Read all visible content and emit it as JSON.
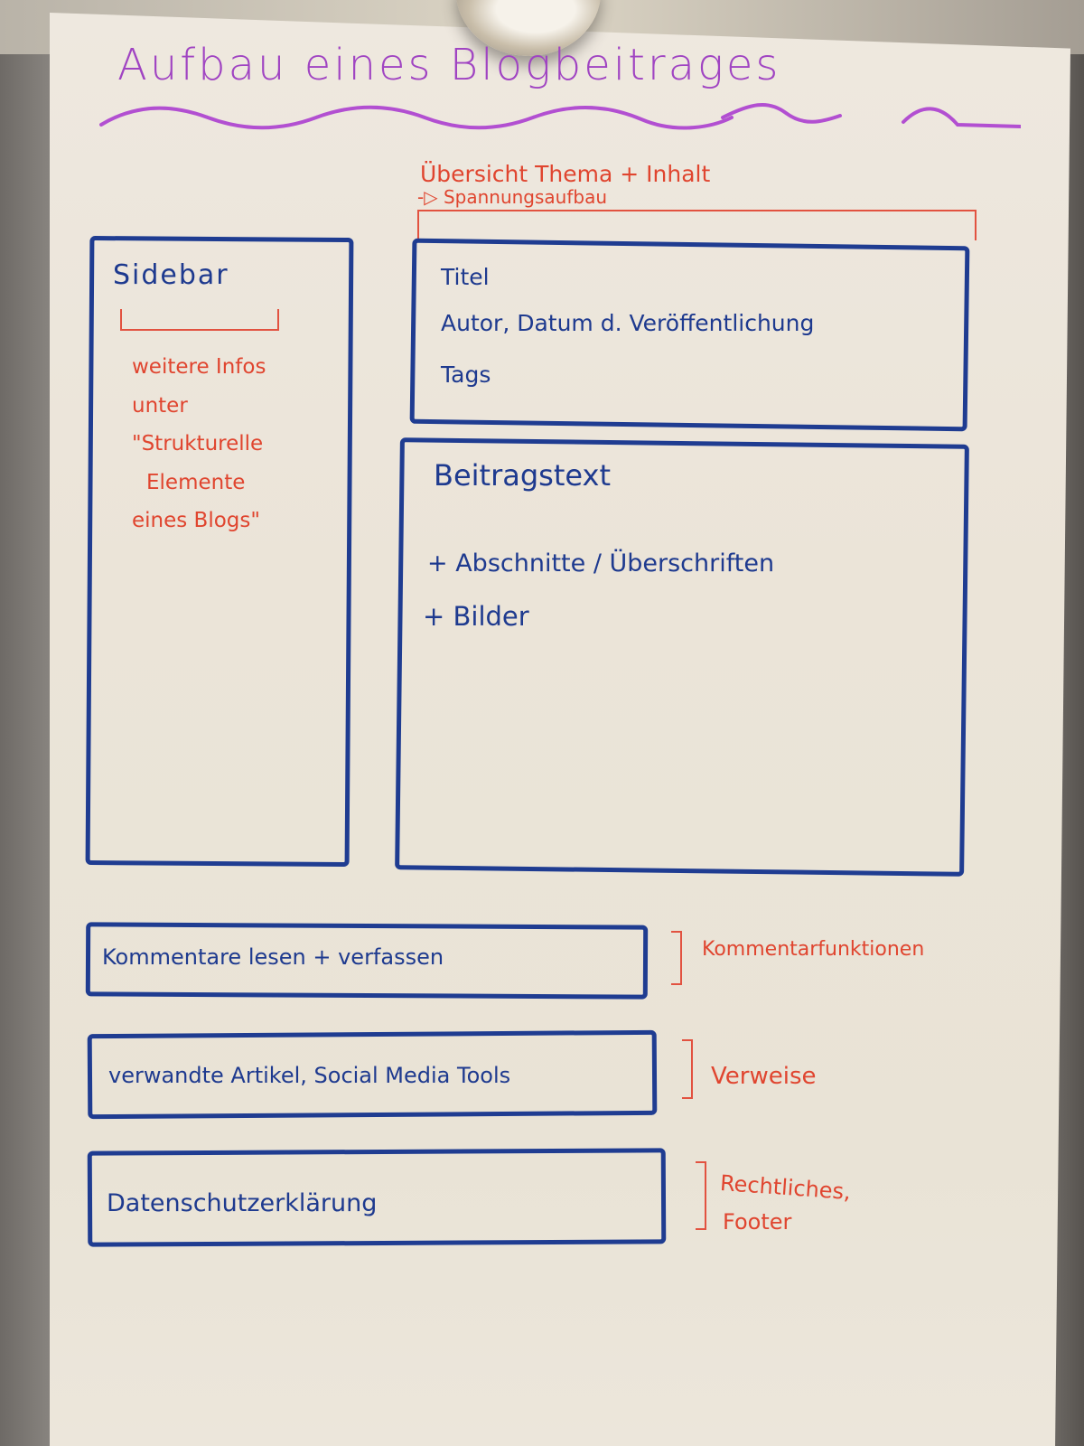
{
  "poster": {
    "title": "Aufbau eines Blogbeitrages",
    "colors": {
      "title": "#a044c2",
      "layout_boxes": "#1f3c91",
      "annotations": "#e0452f",
      "paper": "#ece6db"
    }
  },
  "header_annotation": {
    "line1": "Übersicht Thema + Inhalt",
    "line2": "-▷ Spannungsaufbau"
  },
  "sidebar": {
    "label": "Sidebar",
    "note_lines": [
      "weitere Infos",
      "unter",
      "\"Strukturelle",
      "Elemente",
      "eines Blogs\""
    ]
  },
  "header_box": {
    "lines": [
      "Titel",
      "Autor, Datum d. Veröffentlichung",
      "Tags"
    ]
  },
  "content_box": {
    "heading": "Beitragstext",
    "items": [
      "+ Abschnitte / Überschriften",
      "+ Bilder"
    ]
  },
  "bottom_sections": [
    {
      "box_text": "Kommentare lesen + verfassen",
      "annotation": "Kommentarfunktionen"
    },
    {
      "box_text": "verwandte Artikel, Social Media Tools",
      "annotation": "Verweise"
    },
    {
      "box_text": "Datenschutzerklärung",
      "annotation_lines": [
        "Rechtliches,",
        "Footer"
      ]
    }
  ]
}
